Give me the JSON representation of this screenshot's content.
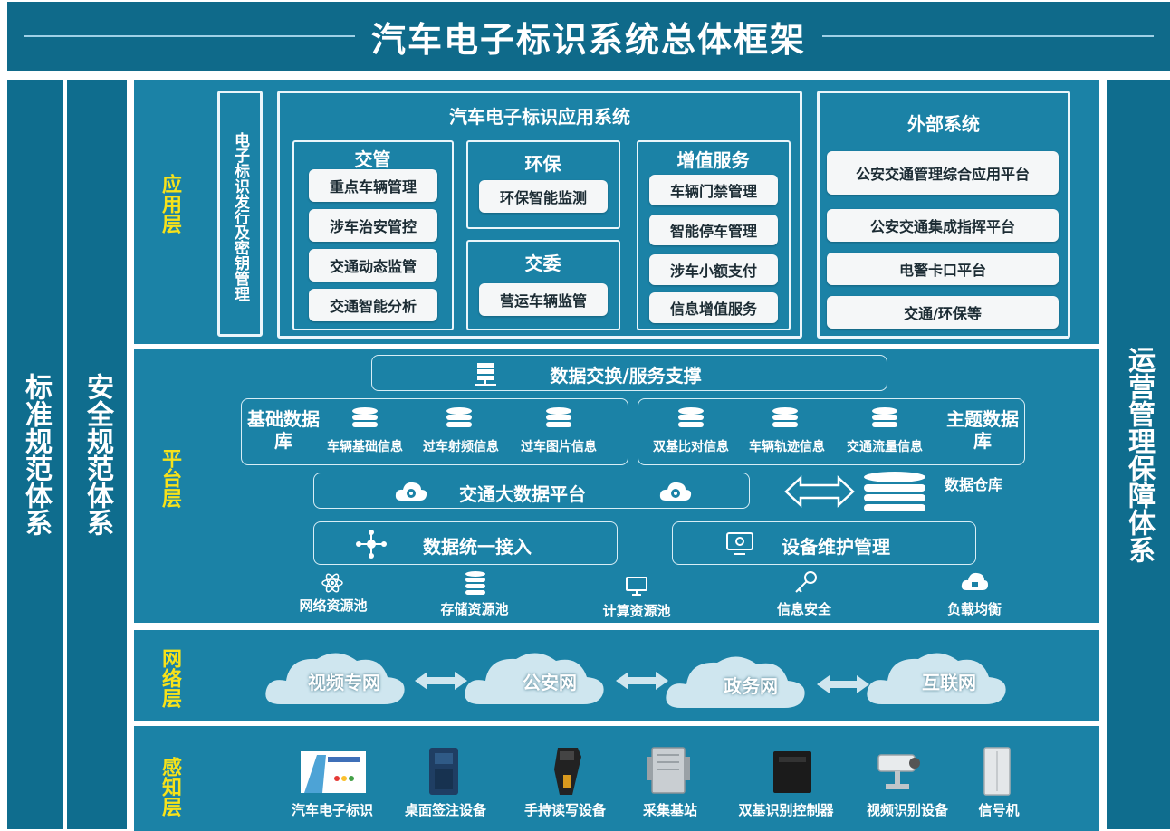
{
  "title": "汽车电子标识系统总体框架",
  "left_columns": [
    "标准规范体系",
    "安全规范体系"
  ],
  "right_column": "运营管理保障体系",
  "layers": {
    "application": "应用层",
    "platform": "平台层",
    "network": "网络层",
    "perception": "感知层"
  },
  "app": {
    "issue_box": "电子标识发行及密钥管理",
    "app_system_title": "汽车电子标识应用系统",
    "jiaoguan": {
      "title": "交管",
      "items": [
        "重点车辆管理",
        "涉车治安管控",
        "交通动态监管",
        "交通智能分析"
      ]
    },
    "huanbao": {
      "title": "环保",
      "items": [
        "环保智能监测"
      ]
    },
    "jiaowei": {
      "title": "交委",
      "items": [
        "营运车辆监管"
      ]
    },
    "zengzhi": {
      "title": "增值服务",
      "items": [
        "车辆门禁管理",
        "智能停车管理",
        "涉车小额支付",
        "信息增值服务"
      ]
    },
    "external": {
      "title": "外部系统",
      "items": [
        "公安交通管理综合应用平台",
        "公安交通集成指挥平台",
        "电警卡口平台",
        "交通/环保等"
      ]
    }
  },
  "platform": {
    "exchange": "数据交换/服务支撑",
    "base_db_title": "基础数据库",
    "base_db_items": [
      "车辆基础信息",
      "过车射频信息",
      "过车图片信息"
    ],
    "theme_db_title": "主题数据库",
    "theme_db_items": [
      "双基比对信息",
      "车辆轨迹信息",
      "交通流量信息"
    ],
    "bigdata": "交通大数据平台",
    "warehouse": "数据仓库",
    "access": "数据统一接入",
    "maintenance": "设备维护管理",
    "resources": [
      "网络资源池",
      "存储资源池",
      "计算资源池",
      "信息安全",
      "负载均衡"
    ]
  },
  "network": {
    "clouds": [
      "视频专网",
      "公安网",
      "政务网",
      "互联网"
    ]
  },
  "perception": {
    "devices": [
      "汽车电子标识",
      "桌面签注设备",
      "手持读写设备",
      "采集基站",
      "双基识别控制器",
      "视频识别设备",
      "信号机"
    ]
  },
  "colors": {
    "title_bg": "#0f6a8a",
    "panel_bg": "#1b82a6",
    "layer_label": "#f7e21a",
    "pill_bg": "#f5f7f8"
  }
}
